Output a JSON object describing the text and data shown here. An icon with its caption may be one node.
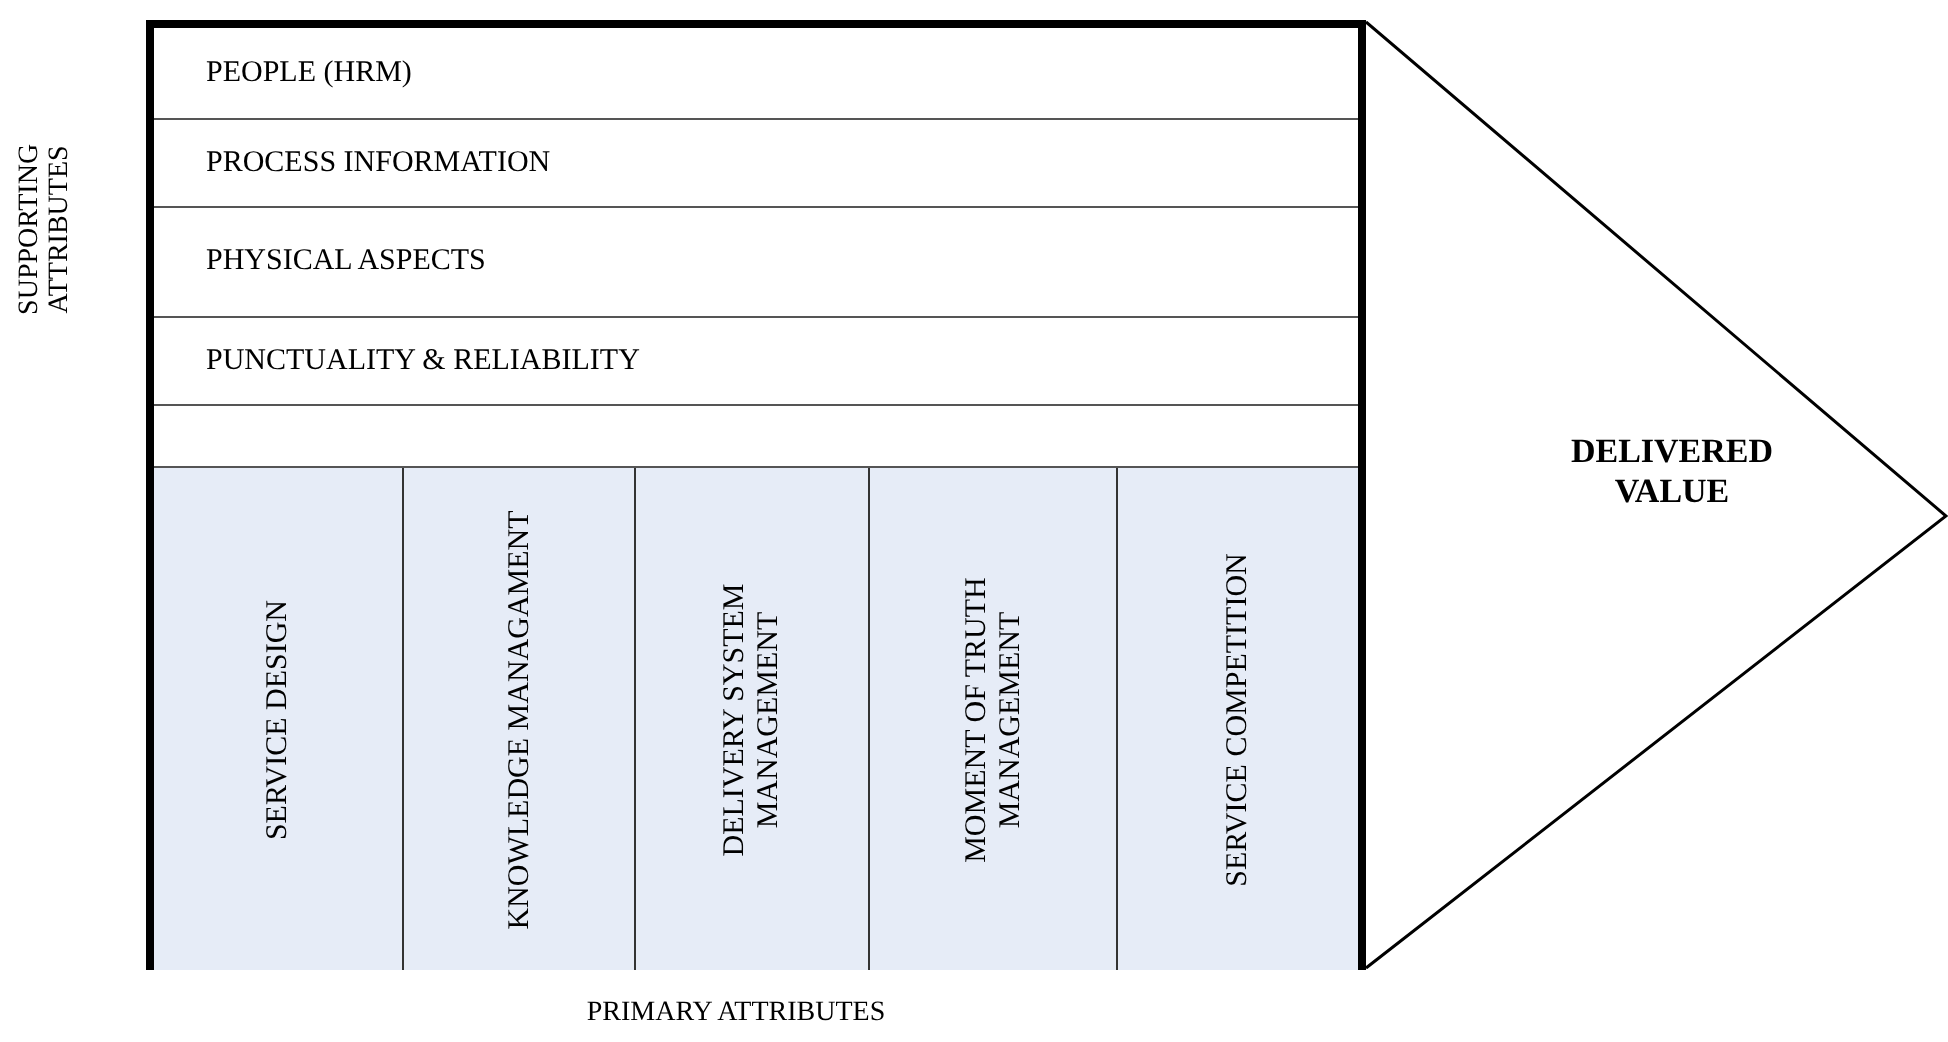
{
  "diagram": {
    "nodes": [
      {
        "text": [],
        "shape": "box"
      },
      {
        "text": [
          "PEOPLE (HRM)"
        ],
        "in": 0
      },
      {
        "text": [
          "PROCESS INFORMATION"
        ],
        "in": 0
      },
      {
        "text": [
          "PHYSICAL ASPECTS"
        ],
        "in": 0
      },
      {
        "text": [
          "PUNCTUALITY & RELIABILITY"
        ],
        "in": 0
      },
      {
        "text": [],
        "shape": "box",
        "in": 0
      },
      {
        "text": [
          "SERVICE DESIGN"
        ],
        "in": 0
      },
      {
        "text": [
          "KNOWLEDGE MANAGAMENT"
        ],
        "in": 0
      },
      {
        "text": [
          "DELIVERY SYSTEM MANAGEMENT"
        ],
        "in": 0
      },
      {
        "text": [
          "MOMENT OF TRUTH MANAGEMENT"
        ],
        "in": 0
      },
      {
        "text": [
          "SERVICE COMPETITION"
        ],
        "in": 0
      },
      {
        "text": [
          "DELIVERED VALUE"
        ]
      }
    ],
    "labels": [
      "SUPPORTING ATTRIBUTES",
      "PRIMARY ATTRIBUTES"
    ]
  }
}
